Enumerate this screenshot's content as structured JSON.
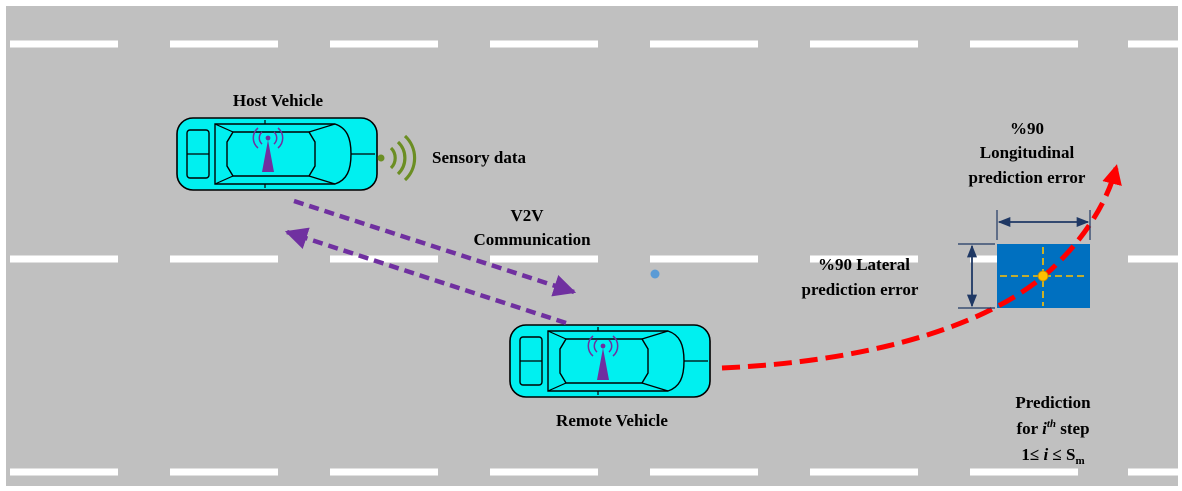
{
  "labels": {
    "host_vehicle": "Host Vehicle",
    "remote_vehicle": "Remote Vehicle",
    "sensory_data": "Sensory data",
    "v2v_line1": "V2V",
    "v2v_line2": "Communication",
    "longitudinal_line1": "%90",
    "longitudinal_line2": "Longitudinal",
    "longitudinal_line3": "prediction error",
    "lateral_line1": "%90 Lateral",
    "lateral_line2": "prediction error",
    "prediction_line1": "Prediction",
    "prediction_line2_pre": "for ",
    "prediction_line2_var": "i",
    "prediction_line2_sup": "th",
    "prediction_line2_post": " step",
    "prediction_line3_pre": "1≤ ",
    "prediction_line3_var": "i",
    "prediction_line3_mid": " ≤ S",
    "prediction_line3_sub": "m"
  },
  "icons": {
    "vehicle": "car-top-view-icon",
    "antenna": "antenna-icon",
    "sensor_waves": "signal-waves-icon"
  },
  "colors": {
    "road": "#c0c0c0",
    "lane_marking": "#ffffff",
    "vehicle_body": "#00f0f0",
    "antenna": "#7030a0",
    "v2v_arrow": "#7030a0",
    "sensor_waves": "#6b8e23",
    "trajectory": "#ff0000",
    "error_box": "#0070c0",
    "error_crosshair": "#ffc000",
    "dimension_arrow": "#1f3864",
    "dot": "#5b9bd5"
  }
}
